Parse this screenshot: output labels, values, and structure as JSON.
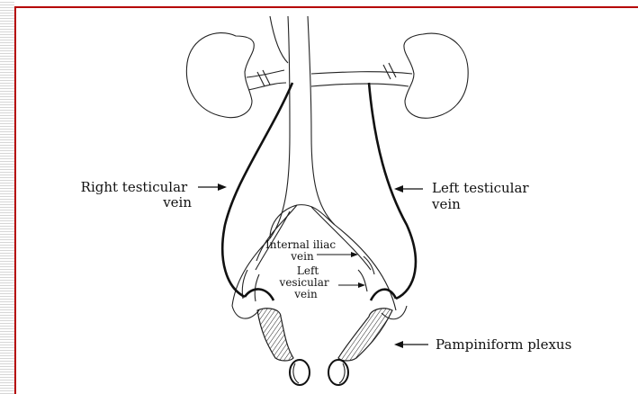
{
  "labels": {
    "right_testicular_vein": [
      "Right testicular",
      "vein"
    ],
    "left_testicular_vein": [
      "Left testicular",
      "vein"
    ],
    "internal_iliac_vein": [
      "Internal iliac",
      "vein"
    ],
    "left_vesicular_vein": [
      "Left",
      "vesicular",
      "vein"
    ],
    "pampiniform_plexus": "Pampiniform plexus"
  },
  "colors": {
    "frame": "#b50000",
    "ink": "#111111"
  }
}
